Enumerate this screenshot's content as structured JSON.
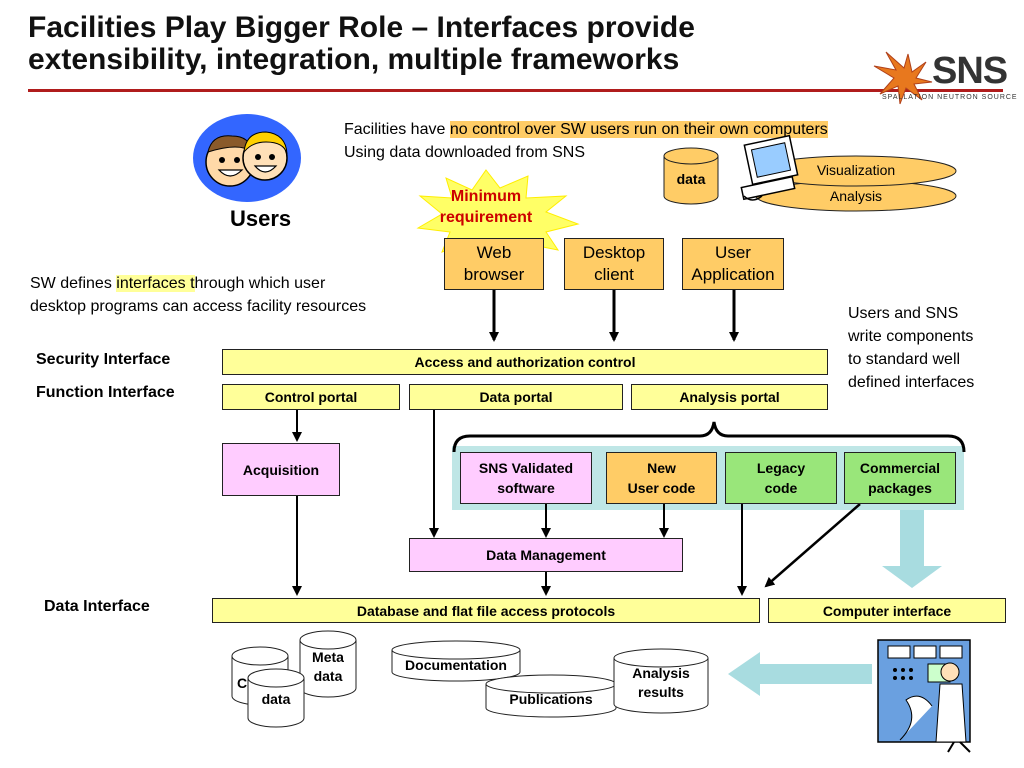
{
  "title": {
    "line1": "Facilities Play Bigger Role – Interfaces provide",
    "line2": "extensibility, integration, multiple frameworks"
  },
  "logo": {
    "text": "SNS",
    "subtext": "SPALLATION NEUTRON SOURCE"
  },
  "users": {
    "label": "Users"
  },
  "facilities_note": {
    "prefix": "Facilities have ",
    "highlight": "no control over SW users run on their own computers",
    "line2": "Using data downloaded from SNS"
  },
  "local_data": {
    "cylinder": "data",
    "visualization": "Visualization",
    "analysis": "Analysis"
  },
  "minimum_requirement": {
    "line1": "Minimum",
    "line2": "requirement"
  },
  "clients": [
    {
      "line1": "Web",
      "line2": "browser"
    },
    {
      "line1": "Desktop",
      "line2": "client"
    },
    {
      "line1": "User",
      "line2": "Application"
    }
  ],
  "sw_note": {
    "prefix": "SW defines ",
    "highlight": "interfaces t",
    "suffix": "hrough which user",
    "line2": "desktop programs can access facility resources"
  },
  "components_note": {
    "line1": "Users and SNS",
    "line2": "write components",
    "line3": "to standard well",
    "line4": "defined interfaces"
  },
  "interface_labels": {
    "security": "Security Interface",
    "function": "Function Interface",
    "data": "Data Interface"
  },
  "access_control": "Access and authorization control",
  "portals": {
    "control": "Control portal",
    "data": "Data portal",
    "analysis": "Analysis portal"
  },
  "acquisition": "Acquisition",
  "software_groups": [
    {
      "line1": "SNS Validated",
      "line2": "software"
    },
    {
      "line1": "New",
      "line2": "User code"
    },
    {
      "line1": "Legacy",
      "line2": "code"
    },
    {
      "line1": "Commercial",
      "line2": "packages"
    }
  ],
  "data_management": "Data Management",
  "database_protocols": "Database and flat file access protocols",
  "computer_interface": "Computer interface",
  "storage": {
    "meta_data": {
      "line1": "Meta",
      "line2": "data"
    },
    "data": "data",
    "hidden_letter": "C",
    "documentation": "Documentation",
    "publications": "Publications",
    "analysis_results": {
      "line1": "Analysis",
      "line2": "results"
    }
  },
  "colors": {
    "title_rule": "#b01c1c",
    "yellow": "#ffff99",
    "orange": "#ffcc66",
    "pink": "#ffccff",
    "green": "#99e67a",
    "group_panel": "#bfe6e6",
    "light_arrow": "#a8dce0"
  }
}
